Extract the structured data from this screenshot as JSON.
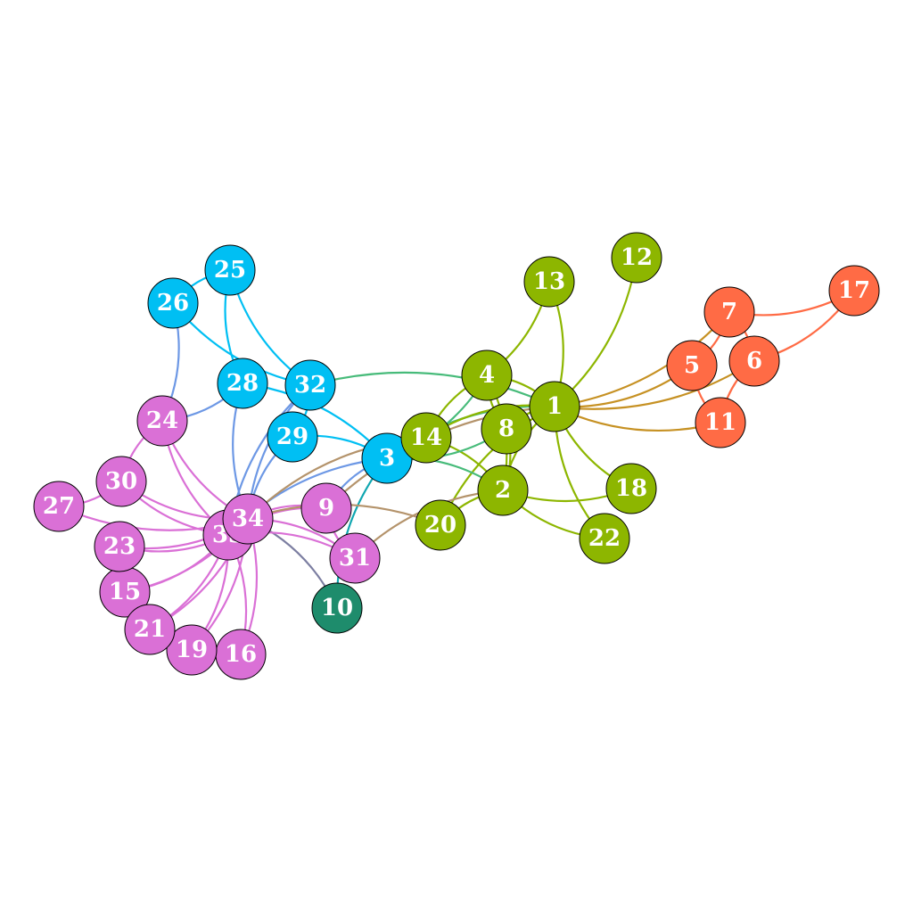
{
  "graph": {
    "community_colors": {
      "green": "#8DB600",
      "orange": "#FF6B45",
      "blue": "#00BFF3",
      "purple": "#DA70D6",
      "teal": "#1E8C6C"
    },
    "nodes": [
      {
        "id": "1",
        "community": "green"
      },
      {
        "id": "2",
        "community": "green"
      },
      {
        "id": "3",
        "community": "blue"
      },
      {
        "id": "4",
        "community": "green"
      },
      {
        "id": "5",
        "community": "orange"
      },
      {
        "id": "6",
        "community": "orange"
      },
      {
        "id": "7",
        "community": "orange"
      },
      {
        "id": "8",
        "community": "green"
      },
      {
        "id": "9",
        "community": "purple"
      },
      {
        "id": "10",
        "community": "teal"
      },
      {
        "id": "11",
        "community": "orange"
      },
      {
        "id": "12",
        "community": "green"
      },
      {
        "id": "13",
        "community": "green"
      },
      {
        "id": "14",
        "community": "green"
      },
      {
        "id": "15",
        "community": "purple"
      },
      {
        "id": "16",
        "community": "purple"
      },
      {
        "id": "17",
        "community": "orange"
      },
      {
        "id": "18",
        "community": "green"
      },
      {
        "id": "19",
        "community": "purple"
      },
      {
        "id": "20",
        "community": "green"
      },
      {
        "id": "21",
        "community": "purple"
      },
      {
        "id": "22",
        "community": "green"
      },
      {
        "id": "23",
        "community": "purple"
      },
      {
        "id": "24",
        "community": "purple"
      },
      {
        "id": "25",
        "community": "blue"
      },
      {
        "id": "26",
        "community": "blue"
      },
      {
        "id": "27",
        "community": "purple"
      },
      {
        "id": "28",
        "community": "blue"
      },
      {
        "id": "29",
        "community": "blue"
      },
      {
        "id": "30",
        "community": "purple"
      },
      {
        "id": "31",
        "community": "purple"
      },
      {
        "id": "32",
        "community": "blue"
      },
      {
        "id": "33",
        "community": "purple"
      },
      {
        "id": "34",
        "community": "purple"
      }
    ],
    "edges": [
      [
        "1",
        "2"
      ],
      [
        "1",
        "3"
      ],
      [
        "1",
        "4"
      ],
      [
        "1",
        "5"
      ],
      [
        "1",
        "6"
      ],
      [
        "1",
        "7"
      ],
      [
        "1",
        "8"
      ],
      [
        "1",
        "9"
      ],
      [
        "1",
        "11"
      ],
      [
        "1",
        "12"
      ],
      [
        "1",
        "13"
      ],
      [
        "1",
        "14"
      ],
      [
        "1",
        "18"
      ],
      [
        "1",
        "20"
      ],
      [
        "1",
        "22"
      ],
      [
        "1",
        "32"
      ],
      [
        "2",
        "3"
      ],
      [
        "2",
        "4"
      ],
      [
        "2",
        "8"
      ],
      [
        "2",
        "14"
      ],
      [
        "2",
        "18"
      ],
      [
        "2",
        "20"
      ],
      [
        "2",
        "22"
      ],
      [
        "2",
        "31"
      ],
      [
        "3",
        "4"
      ],
      [
        "3",
        "8"
      ],
      [
        "3",
        "9"
      ],
      [
        "3",
        "10"
      ],
      [
        "3",
        "14"
      ],
      [
        "3",
        "28"
      ],
      [
        "3",
        "29"
      ],
      [
        "3",
        "33"
      ],
      [
        "4",
        "8"
      ],
      [
        "4",
        "13"
      ],
      [
        "4",
        "14"
      ],
      [
        "5",
        "7"
      ],
      [
        "5",
        "11"
      ],
      [
        "6",
        "7"
      ],
      [
        "6",
        "11"
      ],
      [
        "6",
        "17"
      ],
      [
        "7",
        "17"
      ],
      [
        "9",
        "31"
      ],
      [
        "9",
        "33"
      ],
      [
        "9",
        "34"
      ],
      [
        "10",
        "34"
      ],
      [
        "14",
        "34"
      ],
      [
        "15",
        "33"
      ],
      [
        "15",
        "34"
      ],
      [
        "16",
        "33"
      ],
      [
        "16",
        "34"
      ],
      [
        "19",
        "33"
      ],
      [
        "19",
        "34"
      ],
      [
        "20",
        "34"
      ],
      [
        "21",
        "33"
      ],
      [
        "21",
        "34"
      ],
      [
        "23",
        "33"
      ],
      [
        "23",
        "34"
      ],
      [
        "24",
        "26"
      ],
      [
        "24",
        "28"
      ],
      [
        "24",
        "30"
      ],
      [
        "24",
        "33"
      ],
      [
        "24",
        "34"
      ],
      [
        "25",
        "26"
      ],
      [
        "25",
        "28"
      ],
      [
        "25",
        "32"
      ],
      [
        "26",
        "32"
      ],
      [
        "27",
        "30"
      ],
      [
        "27",
        "34"
      ],
      [
        "28",
        "34"
      ],
      [
        "29",
        "32"
      ],
      [
        "29",
        "34"
      ],
      [
        "30",
        "33"
      ],
      [
        "30",
        "34"
      ],
      [
        "31",
        "33"
      ],
      [
        "31",
        "34"
      ],
      [
        "32",
        "33"
      ],
      [
        "32",
        "34"
      ],
      [
        "33",
        "34"
      ]
    ]
  }
}
